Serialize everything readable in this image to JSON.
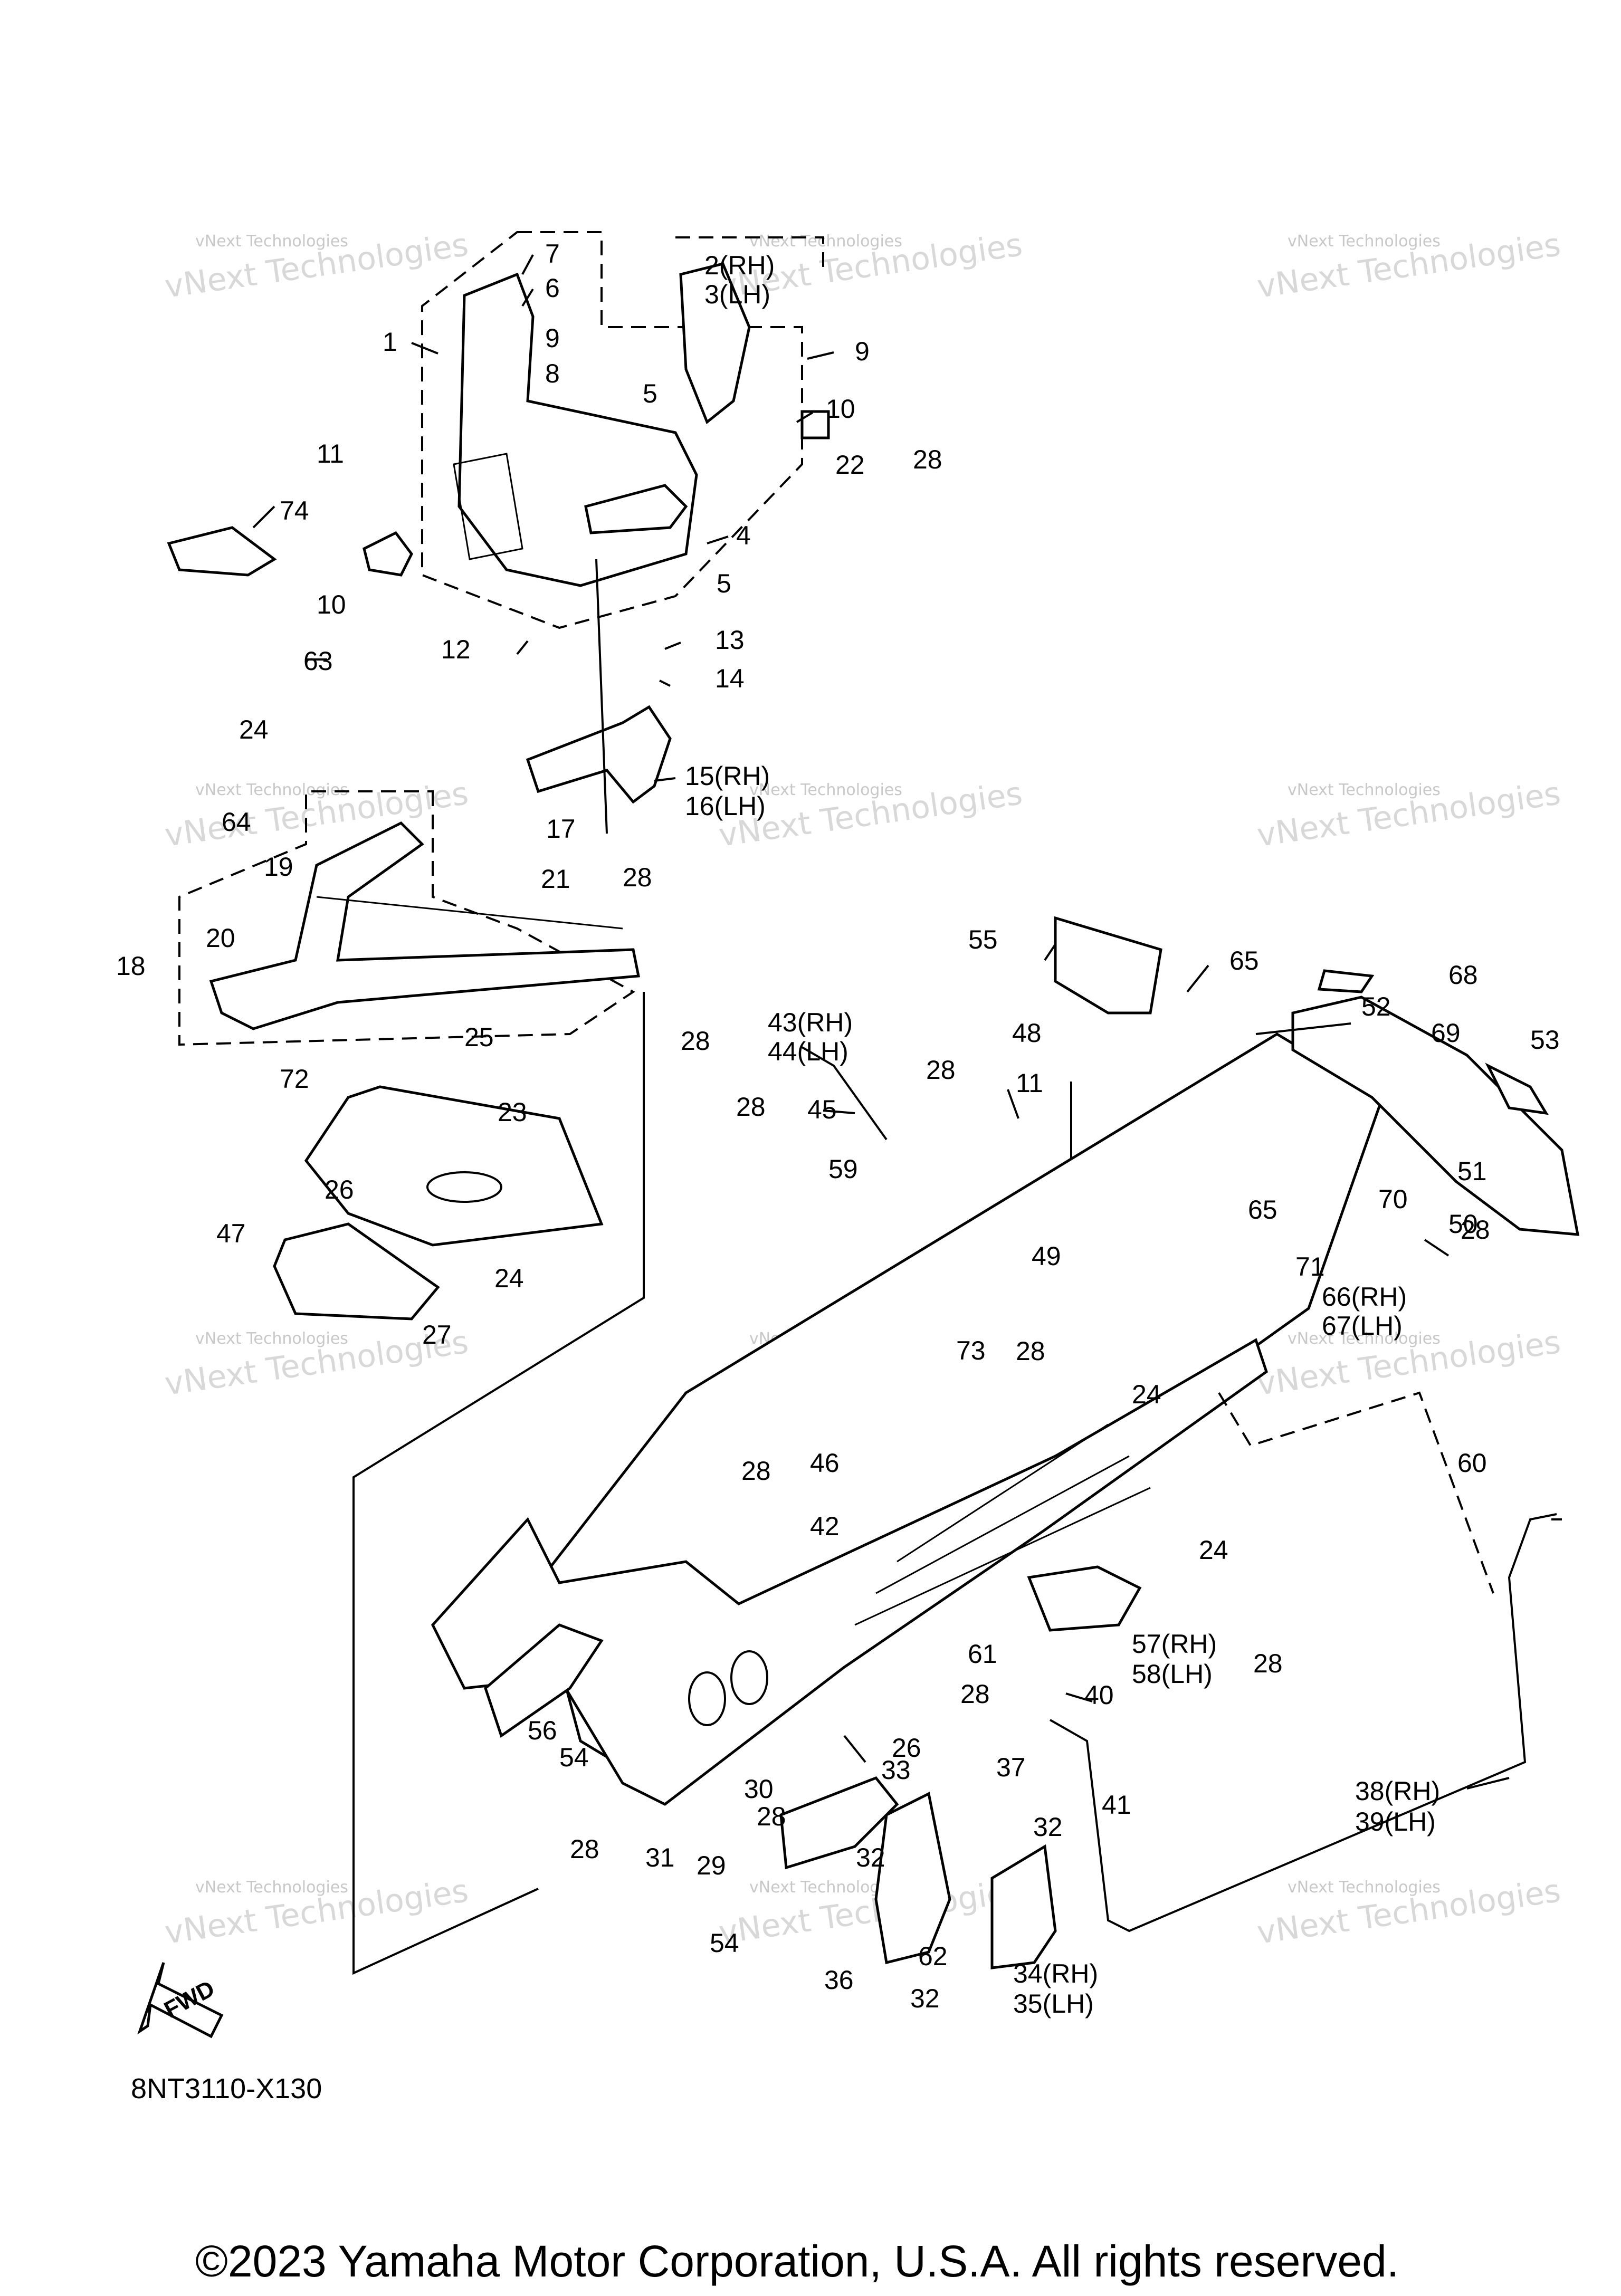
{
  "diagram_code": "8NT3110-X130",
  "copyright": "©2023 Yamaha Motor Corporation, U.S.A. All rights reserved.",
  "watermark": {
    "line1": "vNext Technologies",
    "line2": "vNext Technologies"
  },
  "fwd_label": "FWD",
  "labels": [
    "1",
    "2(RH)",
    "3(LH)",
    "4",
    "5",
    "5",
    "6",
    "7",
    "8",
    "9",
    "9",
    "10",
    "10",
    "11",
    "11",
    "12",
    "13",
    "14",
    "15(RH)",
    "16(LH)",
    "17",
    "18",
    "19",
    "20",
    "21",
    "22",
    "23",
    "24",
    "24",
    "24",
    "24",
    "24",
    "25",
    "26",
    "26",
    "27",
    "28",
    "28",
    "28",
    "28",
    "28",
    "28",
    "28",
    "28",
    "28",
    "28",
    "28",
    "28",
    "28",
    "28",
    "28",
    "28",
    "29",
    "30",
    "31",
    "32",
    "32",
    "32",
    "33",
    "34(RH)",
    "35(LH)",
    "36",
    "37",
    "38(RH)",
    "39(LH)",
    "40",
    "41",
    "42",
    "43(RH)",
    "44(LH)",
    "45",
    "46",
    "47",
    "48",
    "49",
    "50",
    "51",
    "52",
    "53",
    "54",
    "54",
    "55",
    "56",
    "57(RH)",
    "58(LH)",
    "59",
    "60",
    "61",
    "62",
    "63",
    "64",
    "65",
    "65",
    "66(RH)",
    "67(LH)",
    "68",
    "69",
    "70",
    "71",
    "72",
    "73",
    "74"
  ]
}
